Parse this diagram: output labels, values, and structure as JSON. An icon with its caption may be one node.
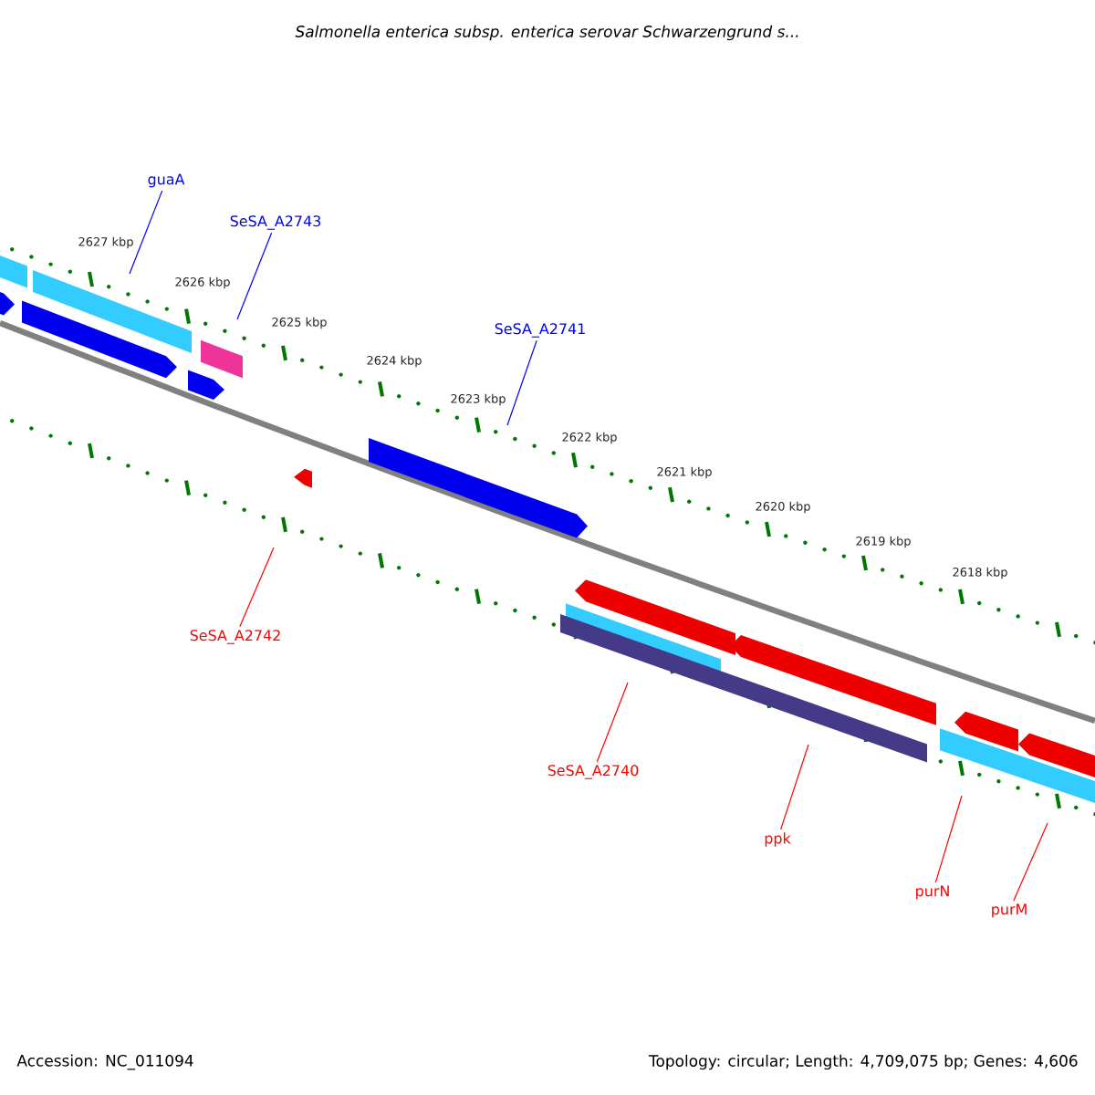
{
  "diagram": {
    "title": "Salmonella enterica subsp. enterica serovar Schwarzengrund s...",
    "nodes": [
      {
        "text": [
          "guaA"
        ]
      },
      {
        "text": [
          "SeSA_A2743"
        ]
      },
      {
        "text": [
          "SeSA_A2741"
        ]
      },
      {
        "text": [
          "SeSA_A2742"
        ]
      },
      {
        "text": [
          "SeSA_A2740"
        ]
      },
      {
        "text": [
          "ppk"
        ]
      },
      {
        "text": [
          "purN"
        ]
      },
      {
        "text": [
          "purM"
        ]
      }
    ],
    "edges": [
      {
        "from": 0,
        "to": null,
        "arrow": "none",
        "color": "#0000ff"
      },
      {
        "from": 1,
        "to": null,
        "arrow": "none",
        "color": "#0000ff"
      },
      {
        "from": 2,
        "to": null,
        "arrow": "none",
        "color": "#0000ff"
      },
      {
        "from": 3,
        "to": null,
        "arrow": "none"
      },
      {
        "from": 4,
        "to": null,
        "arrow": "none"
      },
      {
        "from": 5,
        "to": null,
        "arrow": "none"
      },
      {
        "from": 6,
        "to": null,
        "arrow": "none"
      },
      {
        "from": 7,
        "to": null,
        "arrow": "none"
      }
    ],
    "labels": [
      "2627 kbp",
      "2626 kbp",
      "2625 kbp",
      "2624 kbp",
      "2623 kbp",
      "2622 kbp",
      "2621 kbp",
      "2620 kbp",
      "2619 kbp",
      "2618 kbp",
      "Accession: NC_011094",
      "Topology: circular; Length: 4,709,075 bp; Genes: 4,606"
    ]
  }
}
